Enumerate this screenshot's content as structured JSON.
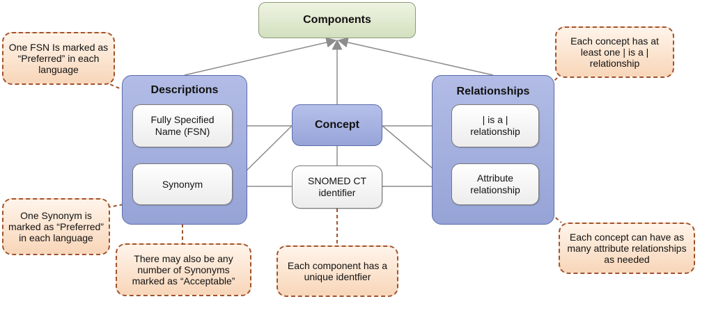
{
  "title": "Components",
  "groups": {
    "descriptions": {
      "title": "Descriptions",
      "fsn": "Fully Specified Name (FSN)",
      "synonym": "Synonym"
    },
    "relationships": {
      "title": "Relationships",
      "isa": "| is a | relationship",
      "attribute": "Attribute relationship"
    }
  },
  "concept": "Concept",
  "identifier": "SNOMED CT identifier",
  "notes": {
    "fsn_preferred": "One FSN Is marked as “Preferred” in each language",
    "synonym_preferred": "One Synonym is marked as “Preferred” in each language",
    "synonym_acceptable": "There may also be any number of Synonyms marked as “Acceptable”",
    "unique_identifier": "Each component has a unique identfier",
    "isa_required": "Each concept has at least one | is a | relationship",
    "attribute_many": "Each concept can have as many attribute relationships as needed"
  },
  "colors": {
    "components_fill": "#dce6c8",
    "group_fill": "#a3aedd",
    "note_fill": "#f9dcc4",
    "note_border": "#a0522d",
    "connector": "#8c8c8c"
  }
}
